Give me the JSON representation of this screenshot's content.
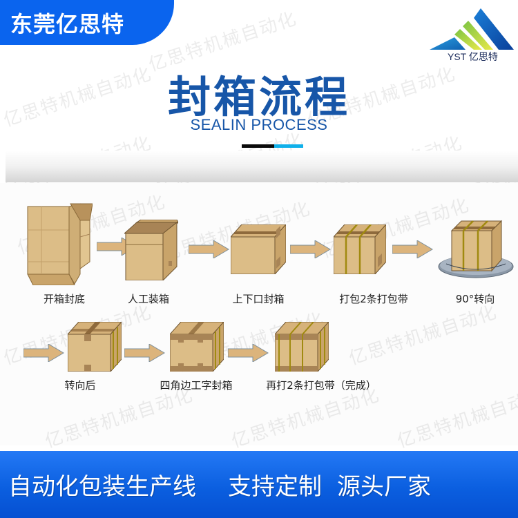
{
  "header": {
    "brand_name": "东莞亿思特",
    "logo_text": "YST 亿思特"
  },
  "title": {
    "main": "封箱流程",
    "sub": "SEALIN PROCESS"
  },
  "watermark_text": "亿思特机械自动化",
  "process": {
    "steps": [
      {
        "label": "开箱封底",
        "icon": "open-box-bottom-seal-icon"
      },
      {
        "label": "人工装箱",
        "icon": "open-box-manual-packing-icon"
      },
      {
        "label": "上下口封箱",
        "icon": "taped-box-icon"
      },
      {
        "label": "打包2条打包带",
        "icon": "strapped-box-icon"
      },
      {
        "label": "90°转向",
        "icon": "turntable-box-icon"
      },
      {
        "label": "转向后",
        "icon": "turned-box-icon"
      },
      {
        "label": "四角边工字封箱",
        "icon": "corner-sealed-box-icon"
      },
      {
        "label": "再打2条打包带（完成）",
        "icon": "finished-box-icon"
      }
    ]
  },
  "footer": {
    "slogan_1": "自动化包装生产线",
    "slogan_2": "支持定制",
    "slogan_3": "源头厂家"
  },
  "colors": {
    "brand_blue": "#0a64ee",
    "title_blue": "#1756a8",
    "accent_cyan": "#10b0ea",
    "cardboard": "#d6b27a",
    "footer_blue": "#0b5fe0"
  }
}
